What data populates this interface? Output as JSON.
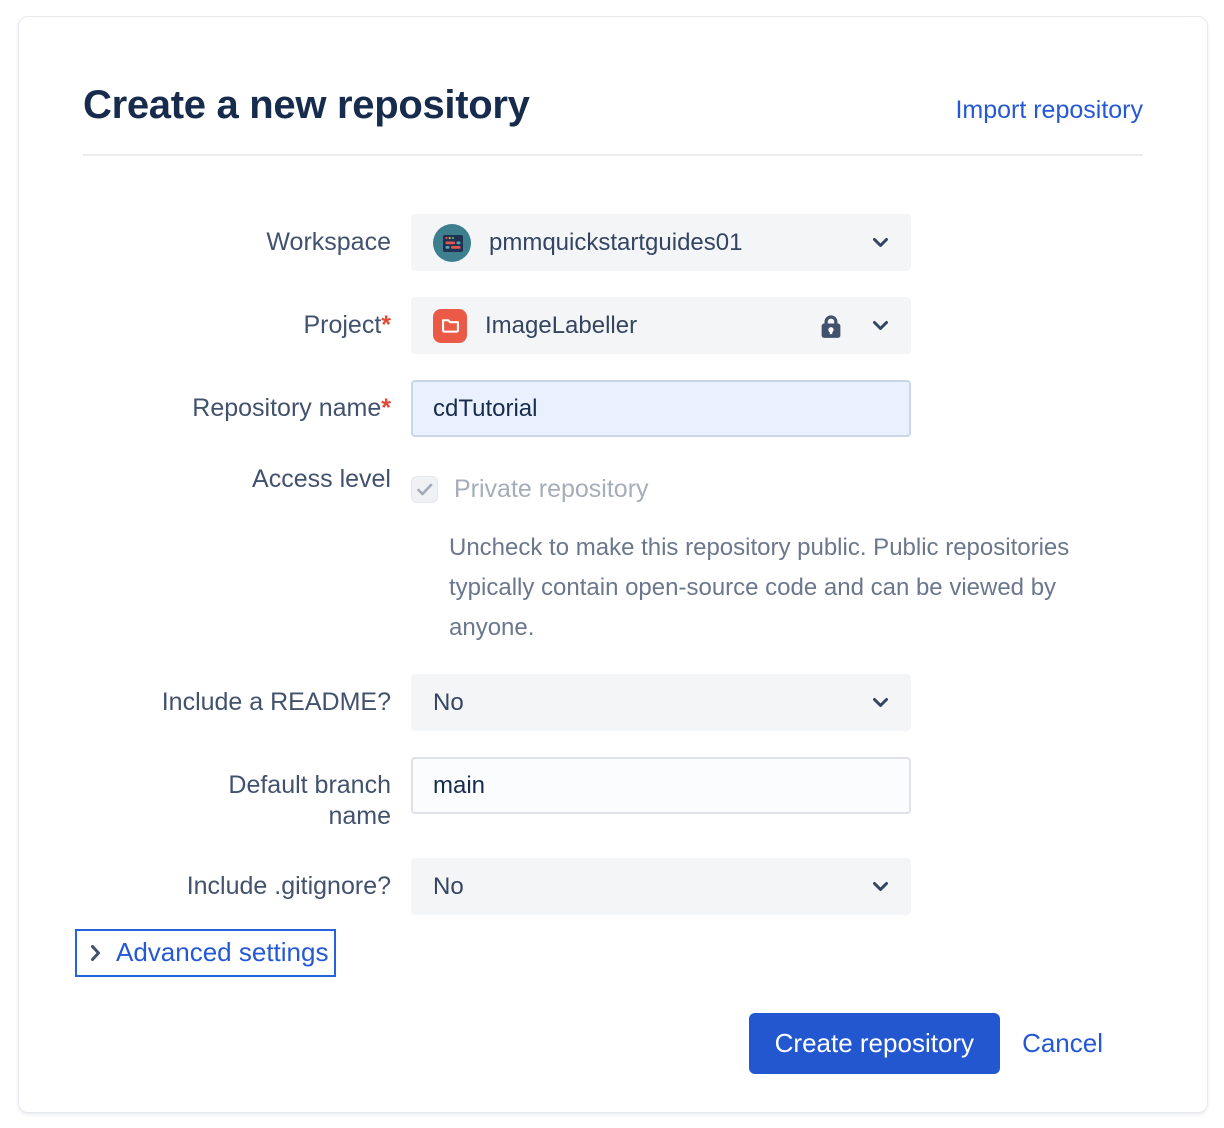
{
  "header": {
    "title": "Create a new repository",
    "import_link": "Import repository"
  },
  "form": {
    "workspace": {
      "label": "Workspace",
      "value": "pmmquickstartguides01"
    },
    "project": {
      "label": "Project",
      "required_marker": "*",
      "value": "ImageLabeller",
      "locked": true
    },
    "repository_name": {
      "label": "Repository name",
      "required_marker": "*",
      "value": "cdTutorial"
    },
    "access_level": {
      "label": "Access level",
      "checkbox_label": "Private repository",
      "checkbox_checked": true,
      "checkbox_disabled": true,
      "description": "Uncheck to make this repository public. Public repositories typically contain open‑source code and can be viewed by anyone."
    },
    "include_readme": {
      "label": "Include a README?",
      "value": "No"
    },
    "default_branch": {
      "label": "Default branch name",
      "value": "main"
    },
    "include_gitignore": {
      "label": "Include .gitignore?",
      "value": "No"
    },
    "advanced_settings": {
      "label": "Advanced settings"
    }
  },
  "actions": {
    "create_label": "Create repository",
    "cancel_label": "Cancel"
  },
  "icons": {
    "workspace_avatar": "teal browser-window avatar circle",
    "project_avatar": "white folder on red rounded square",
    "lock": "lock-icon",
    "dropdown_chevron": "chevron-down-icon",
    "advanced_chevron": "chevron-right-icon",
    "checkbox_check": "check-icon"
  },
  "colors": {
    "title_navy": "#172B4D",
    "label_gray": "#42526E",
    "link_blue": "#2458D5",
    "button_blue": "#2257D0",
    "required_red": "#E34935",
    "field_gray_bg": "#F4F5F7",
    "repo_input_bg": "#E9F1FE",
    "project_icon_red": "#EB5A46",
    "workspace_avatar_teal": "#3D7E8F",
    "disabled_text": "#A5ADBA",
    "description_gray": "#6B778C"
  }
}
